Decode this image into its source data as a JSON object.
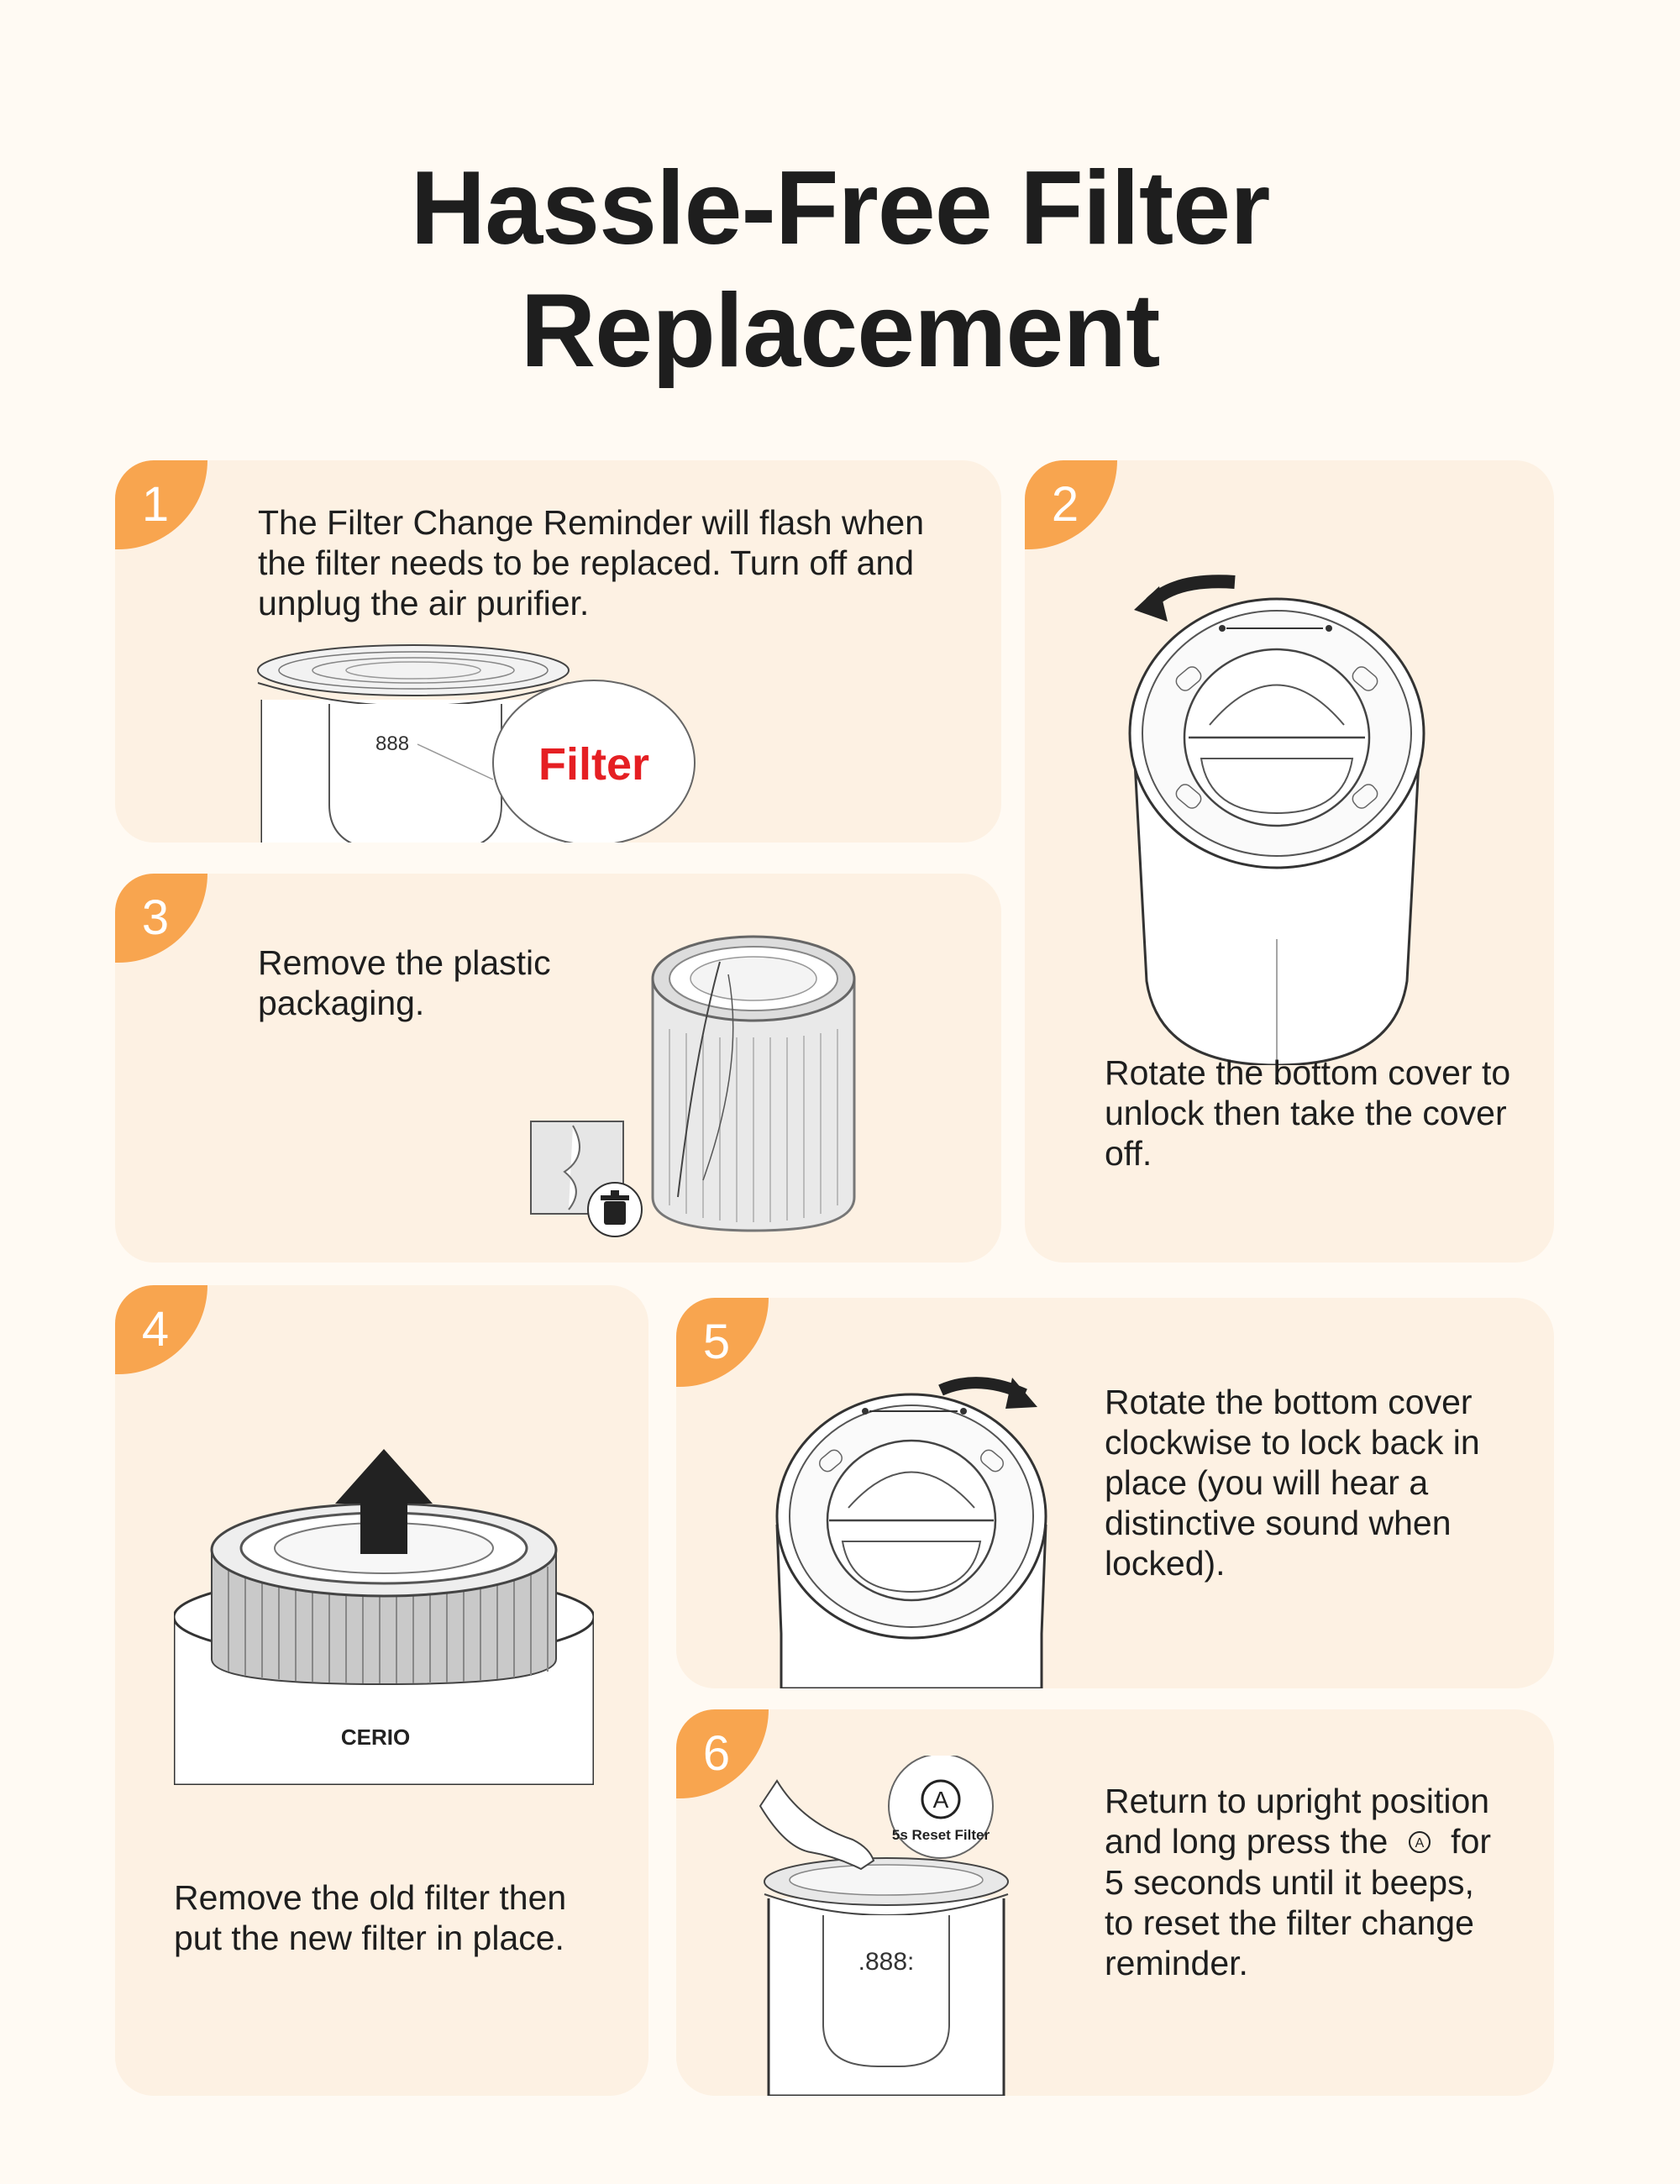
{
  "page": {
    "title_line1": "Hassle-Free Filter",
    "title_line2": "Replacement",
    "accent_color": "#f8a54f",
    "card_color": "#fdf1e3",
    "background_color": "#fffaf3"
  },
  "steps": [
    {
      "number": "1",
      "text": "The Filter Change Reminder will flash when the filter needs to be replaced. Turn off and unplug the air purifier.",
      "display_digits": "888",
      "callout_label": "Filter",
      "callout_color": "#e51f23"
    },
    {
      "number": "2",
      "text": "Rotate the bottom cover to unlock then take the cover off."
    },
    {
      "number": "3",
      "text": "Remove the plastic packaging.",
      "icon": "trash-can-icon"
    },
    {
      "number": "4",
      "text": "Remove the old filter then put the new filter in place.",
      "brand_mark": "CERIO"
    },
    {
      "number": "5",
      "text": "Rotate the bottom cover clockwise to lock back in place (you will hear a distinctive sound when locked)."
    },
    {
      "number": "6",
      "text_before": "Return to upright position and long press the",
      "text_after": "for 5 seconds until it beeps, to reset the filter change reminder.",
      "button_letter": "A",
      "button_ring_text": "5s Reset Filter",
      "display_digits": ".888:"
    }
  ]
}
